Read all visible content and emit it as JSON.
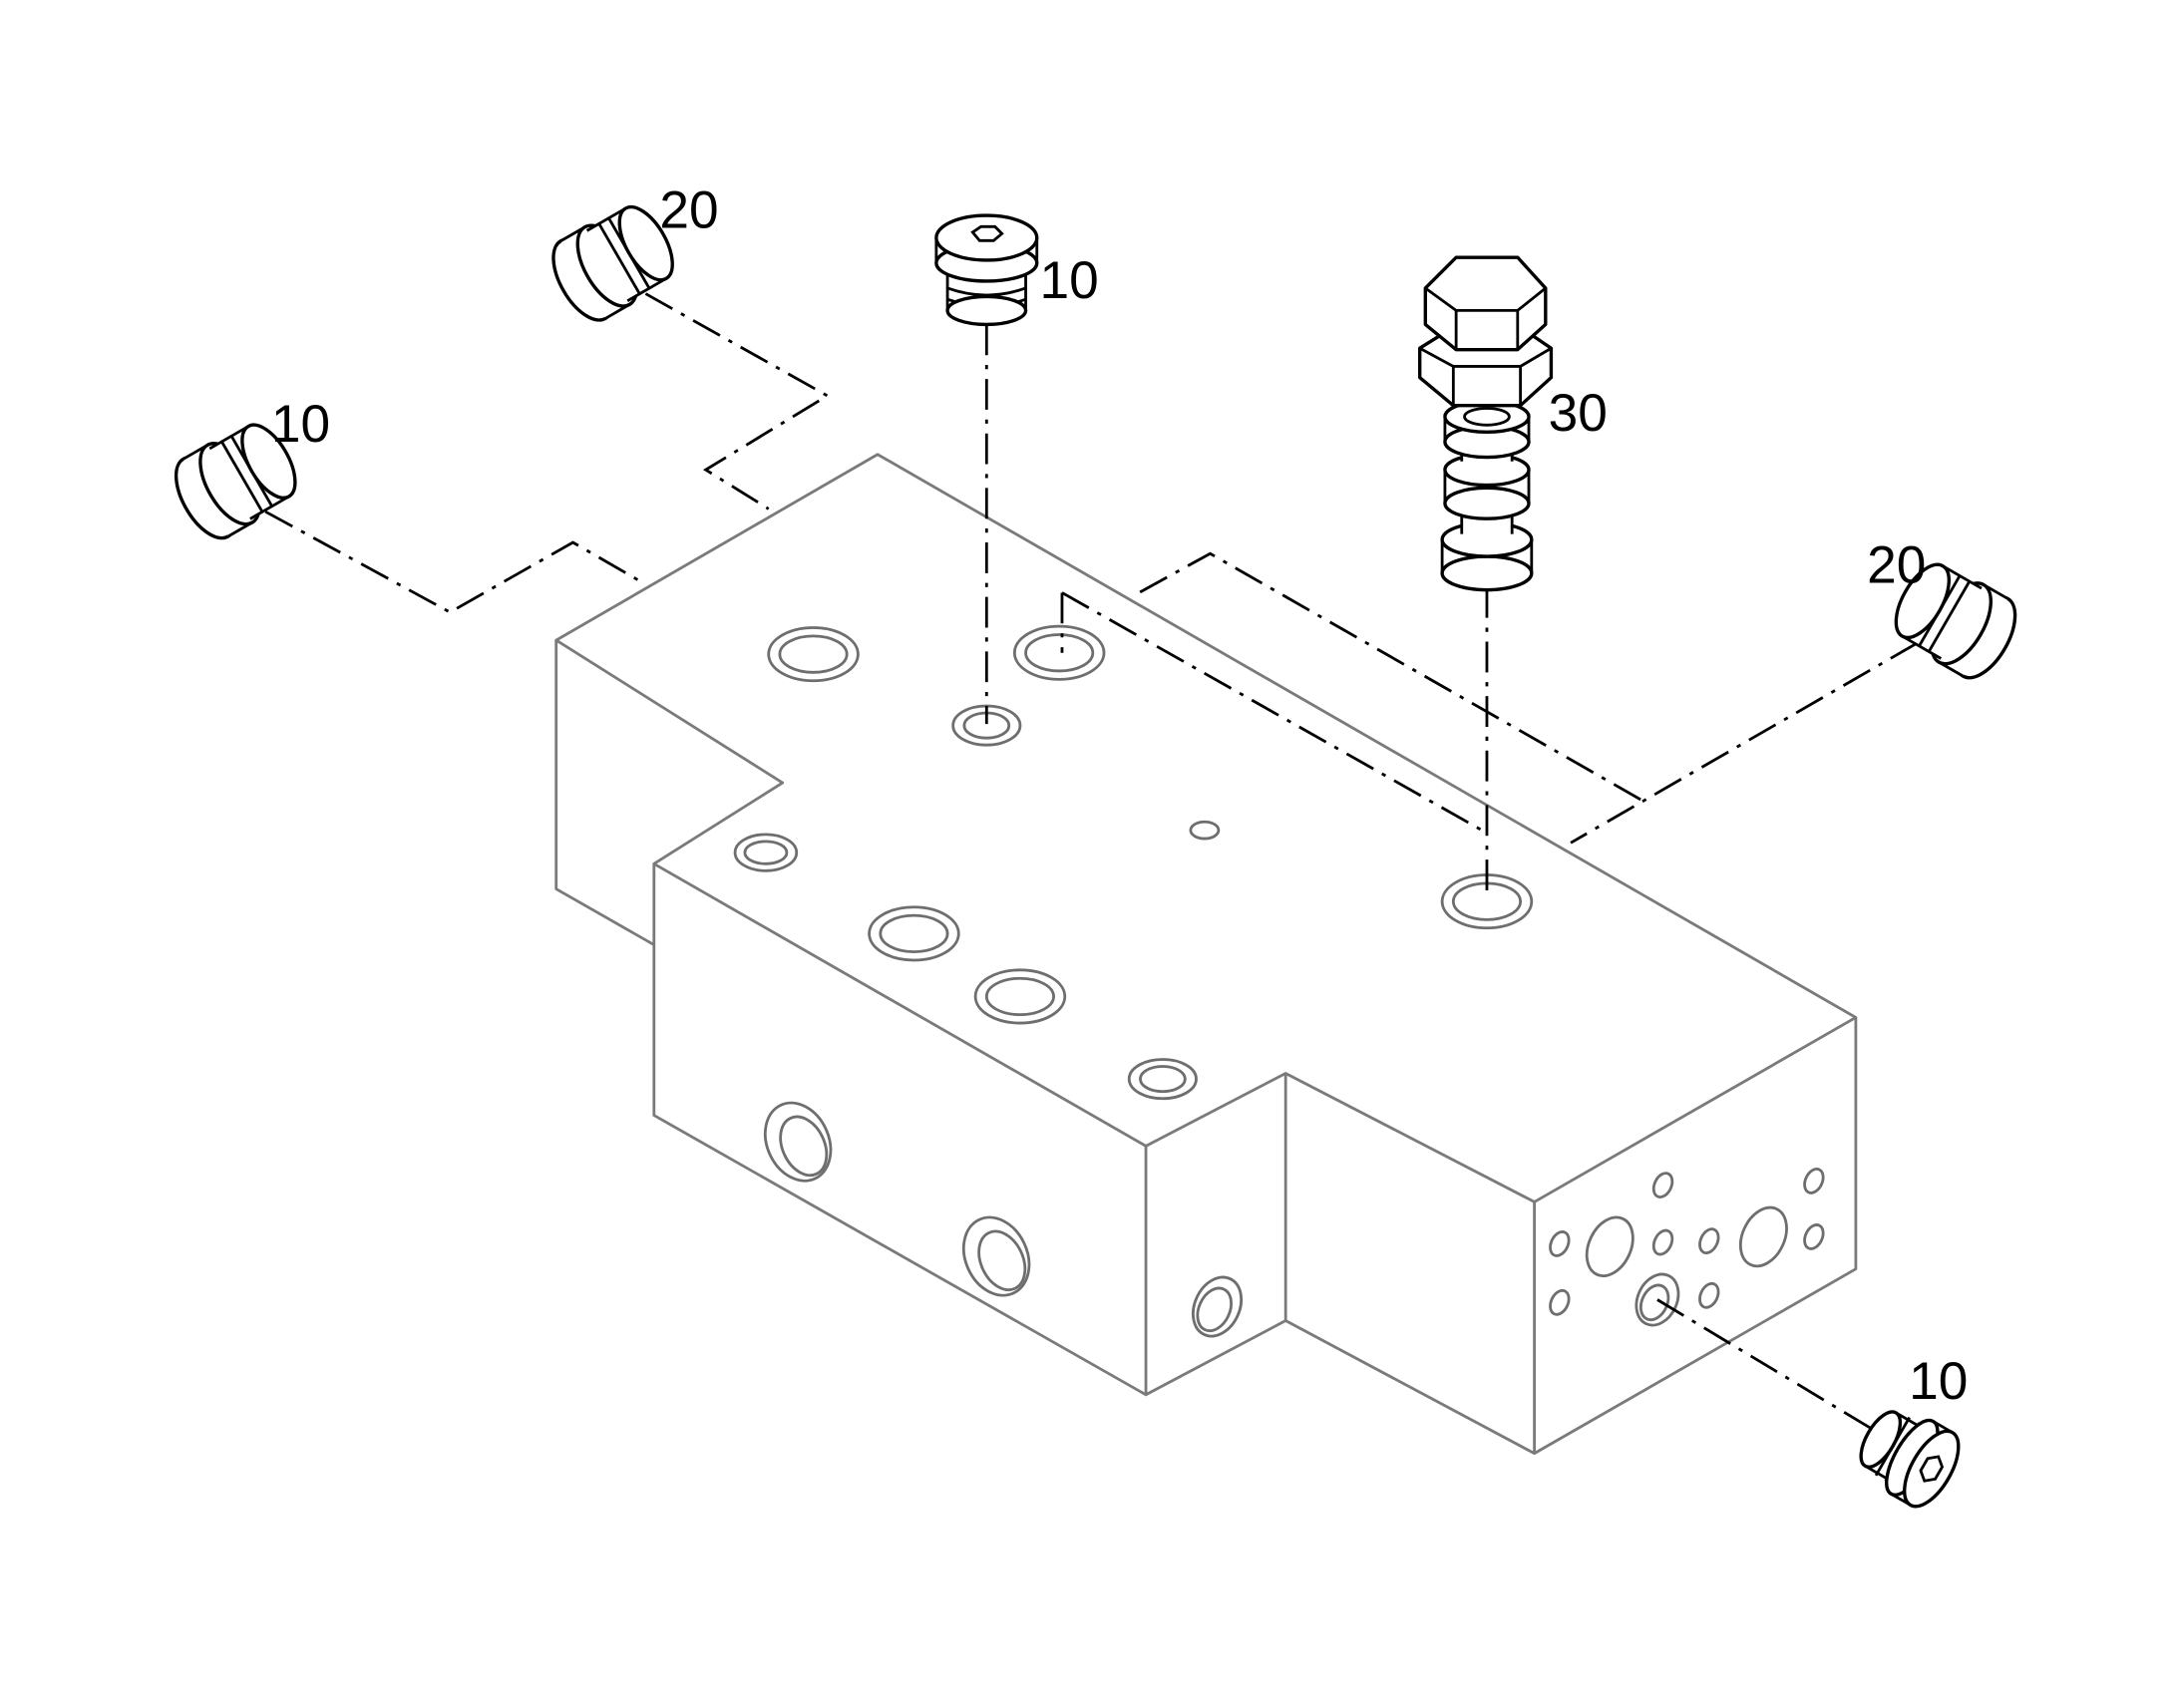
{
  "callouts": {
    "plug_top_left": "20",
    "plug_left": "10",
    "plug_top_center": "10",
    "valve_top_right": "30",
    "plug_right": "20",
    "plug_bottom_right": "10"
  },
  "colors": {
    "background": "#ffffff",
    "part_stroke": "#000000",
    "manifold_stroke": "#7a7a7a"
  }
}
